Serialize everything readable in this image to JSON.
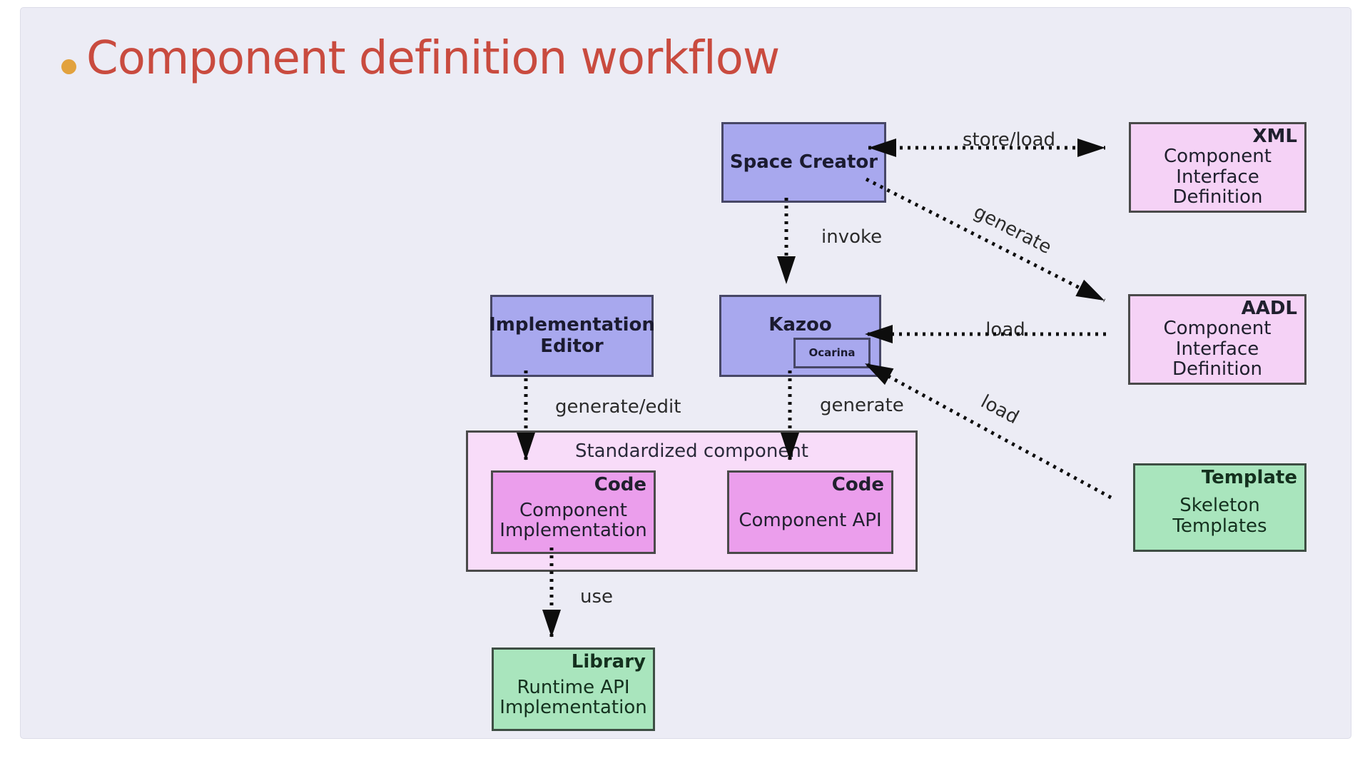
{
  "slide": {
    "title": "Component definition workflow"
  },
  "colors": {
    "title_text": "#c94b3f",
    "title_bullet": "#e2a23e",
    "slide_background": "#ececf5",
    "tool_box_fill": "#a8a8ee",
    "artifact_box_fill": "#f5d2f6",
    "standardized_container_fill": "#f8dcf9",
    "code_box_fill": "#eb9eec",
    "runtime_box_fill": "#a9e5bd",
    "arrow": "#0d0d0d"
  },
  "nodes": {
    "space_creator": {
      "label": "Space Creator"
    },
    "xml_interface": {
      "tag": "XML",
      "body": "Component\nInterface\nDefinition"
    },
    "implementation_editor": {
      "label": "Implementation Editor"
    },
    "kazoo": {
      "label": "Kazoo",
      "sublabel": "Ocarina"
    },
    "aadl_interface": {
      "tag": "AADL",
      "body": "Component\nInterface\nDefinition"
    },
    "standardized_component": {
      "label": "Standardized component"
    },
    "component_implementation": {
      "tag": "Code",
      "body": "Component\nImplementation"
    },
    "component_api": {
      "tag": "Code",
      "body": "Component API"
    },
    "skeleton_templates": {
      "tag": "Template",
      "body": "Skeleton\nTemplates"
    },
    "runtime_api_implementation": {
      "tag": "Library",
      "body": "Runtime API\nImplementation"
    }
  },
  "edges": {
    "store_load": {
      "label": "store/load"
    },
    "invoke": {
      "label": "invoke"
    },
    "generate_aadl": {
      "label": "generate"
    },
    "load_aadl": {
      "label": "load"
    },
    "load_templates": {
      "label": "load"
    },
    "generate_edit": {
      "label": "generate/edit"
    },
    "generate_api": {
      "label": "generate"
    },
    "use": {
      "label": "use"
    }
  }
}
